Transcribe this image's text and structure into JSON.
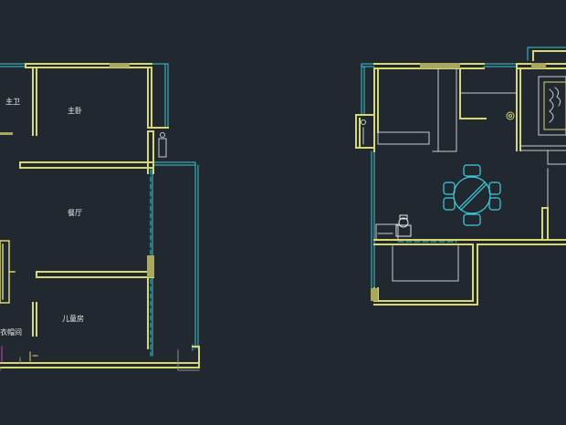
{
  "colors": {
    "background": "#212830",
    "wall": "#d8d870",
    "wall_dark": "#a8a860",
    "window": "#3cc8d8",
    "thin_line": "#c8ccd0",
    "grey_line": "#8a9098",
    "accent_magenta": "#d040c0",
    "furniture_cyan": "#3ad0e0",
    "label": "#e8e8e8"
  },
  "rooms": {
    "master_bath": "主卫",
    "master_bedroom": "主卧",
    "dining_room": "餐厅",
    "kids_room": "儿童房",
    "cloakroom": "衣帽间"
  }
}
